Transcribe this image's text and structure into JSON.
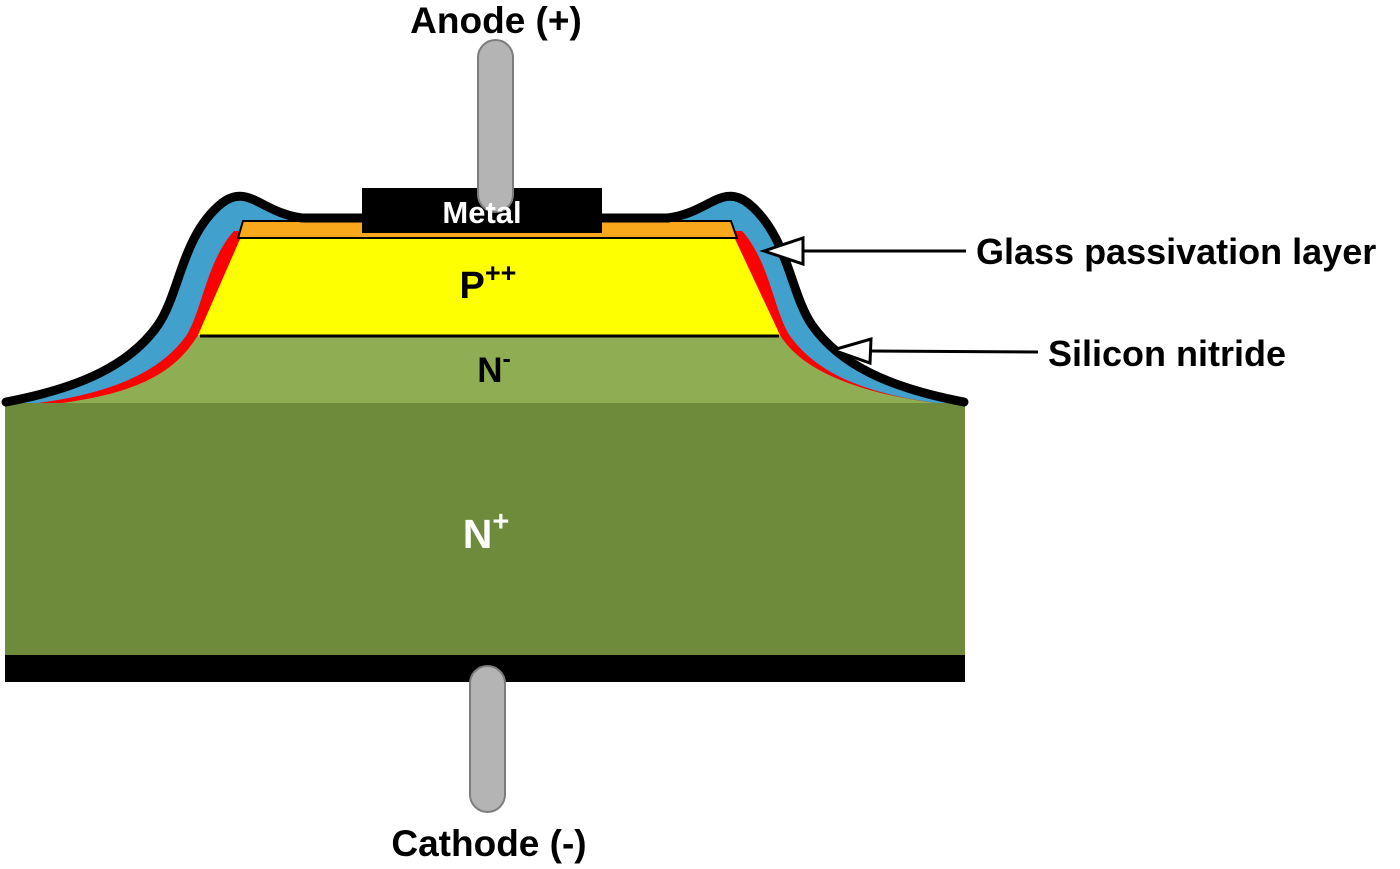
{
  "diagram": {
    "anode_label": "Anode (+)",
    "cathode_label": "Cathode (-)",
    "metal_label": "Metal",
    "layers": {
      "p": {
        "base": "P",
        "sup": "++"
      },
      "n_minus": {
        "base": "N",
        "sup": "-"
      },
      "n_plus": {
        "base": "N",
        "sup": "+"
      }
    },
    "annotations": {
      "glass": "Glass passivation layer",
      "nitride": "Silicon nitride"
    },
    "colors": {
      "glass_outline": "#000000",
      "silicon_nitride": "#41a0cc",
      "oxide_red": "#fe0000",
      "top_contact_orange": "#f9a81c",
      "p_region_yellow": "#feff00",
      "n_minus_green": "#8fad53",
      "n_plus_green": "#6d8b3a",
      "lead_gray": "#b4b4b4",
      "metal_black": "#000000",
      "background": "#ffffff"
    }
  }
}
